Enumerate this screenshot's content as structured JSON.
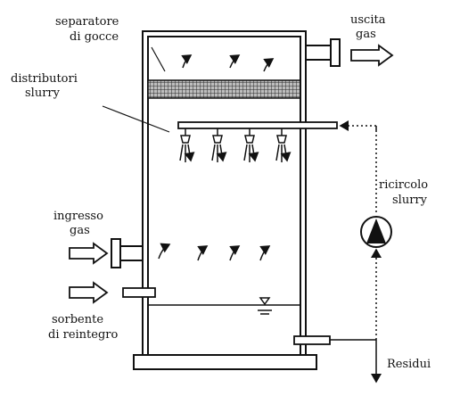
{
  "labels": {
    "separatore": [
      "separatore",
      "di gocce"
    ],
    "distributori": [
      "distributori",
      "slurry"
    ],
    "uscita": [
      "uscita",
      "gas"
    ],
    "ricircolo": [
      "ricircolo",
      "slurry"
    ],
    "ingresso": [
      "ingresso",
      "gas"
    ],
    "sorbente": [
      "sorbente",
      "di reintegro"
    ],
    "residui": "Residui"
  },
  "colors": {
    "ink": "#111111",
    "mesh": "#3a3a3a",
    "paper": "#ffffff"
  }
}
